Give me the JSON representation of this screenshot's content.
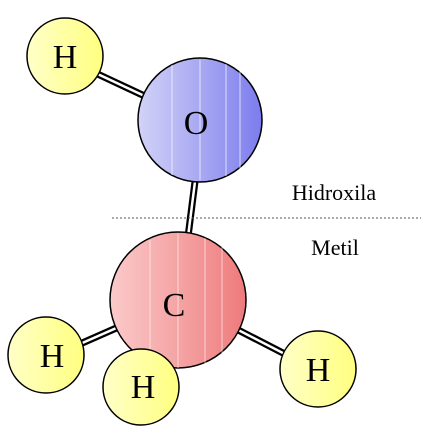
{
  "molecule": {
    "atoms": {
      "h_top": {
        "symbol": "H",
        "fill": "#ffff99"
      },
      "o": {
        "symbol": "O",
        "fill": "#9999ff"
      },
      "c": {
        "symbol": "C",
        "fill": "#f4888a"
      },
      "h_left": {
        "symbol": "H",
        "fill": "#ffff99"
      },
      "h_bottom": {
        "symbol": "H",
        "fill": "#ffff99"
      },
      "h_right": {
        "symbol": "H",
        "fill": "#ffff99"
      }
    },
    "groups": {
      "hydroxyl": "Hidroxila",
      "methyl": "Metil"
    }
  }
}
